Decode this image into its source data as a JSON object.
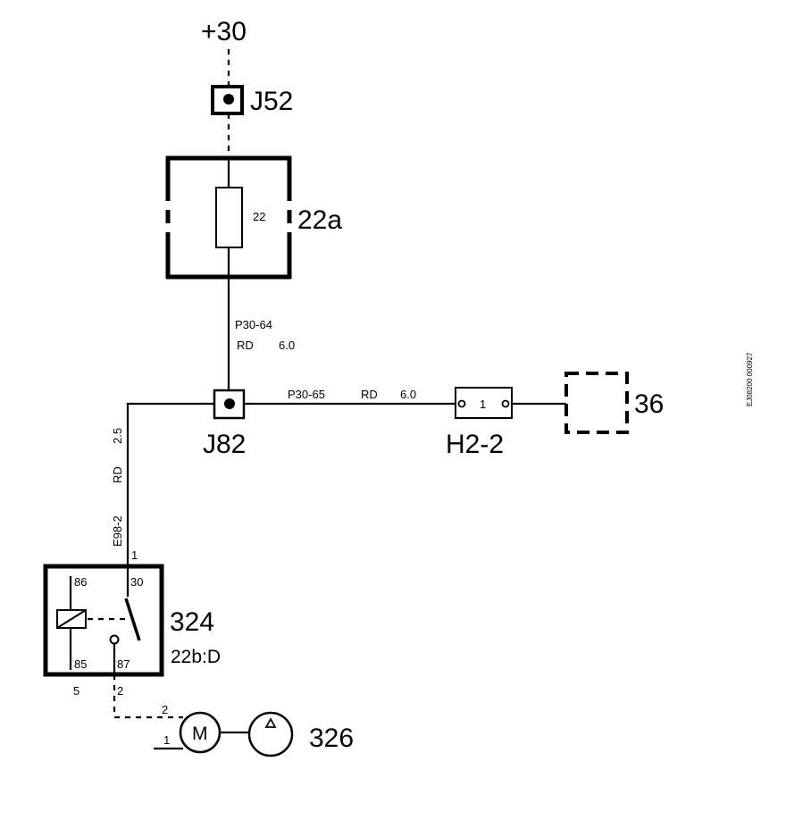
{
  "supply": {
    "label": "+30"
  },
  "junctions": {
    "j52": "J52",
    "j82": "J82"
  },
  "fuse_box": {
    "label": "22a",
    "fuse": "22"
  },
  "wires": {
    "vertical": {
      "id": "P30-64",
      "color": "RD",
      "size": "6.0"
    },
    "horizontal": {
      "id": "P30-65",
      "color": "RD",
      "size": "6.0"
    },
    "relay_feed": {
      "id": "E98-2",
      "color": "RD",
      "size": "2.5"
    }
  },
  "connector": {
    "label": "H2-2",
    "pin": "1"
  },
  "component_36": {
    "label": "36"
  },
  "relay": {
    "label": "324",
    "sub": "22b:D",
    "pin_top": "1",
    "pins": {
      "p86": "86",
      "p30": "30",
      "p85": "85",
      "p87": "87"
    },
    "below_left": "5",
    "below_right": "2"
  },
  "motor": {
    "label": "326",
    "symbol": "M",
    "pin2": "2",
    "pin1": "1"
  },
  "side_code": "EJ08200 000927"
}
